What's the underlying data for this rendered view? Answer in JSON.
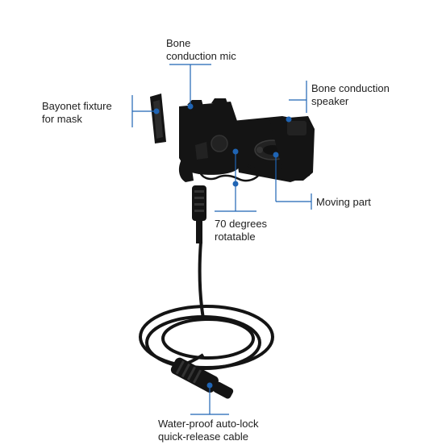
{
  "callouts": {
    "bone_mic": {
      "line1": "Bone",
      "line2": "conduction mic"
    },
    "bone_speaker": {
      "line1": "Bone conduction",
      "line2": "speaker"
    },
    "bayonet": {
      "line1": "Bayonet fixture",
      "line2": "for mask"
    },
    "moving_part": {
      "line1": "Moving part"
    },
    "rotatable": {
      "line1": "70 degrees",
      "line2": "rotatable"
    },
    "cable": {
      "line1": "Water-proof auto-lock",
      "line2": "quick-release cable"
    }
  },
  "colors": {
    "accent": "#1f64b4",
    "device": "#141414",
    "device_highlight": "#2c2c2c",
    "text": "#1e1e1e"
  }
}
